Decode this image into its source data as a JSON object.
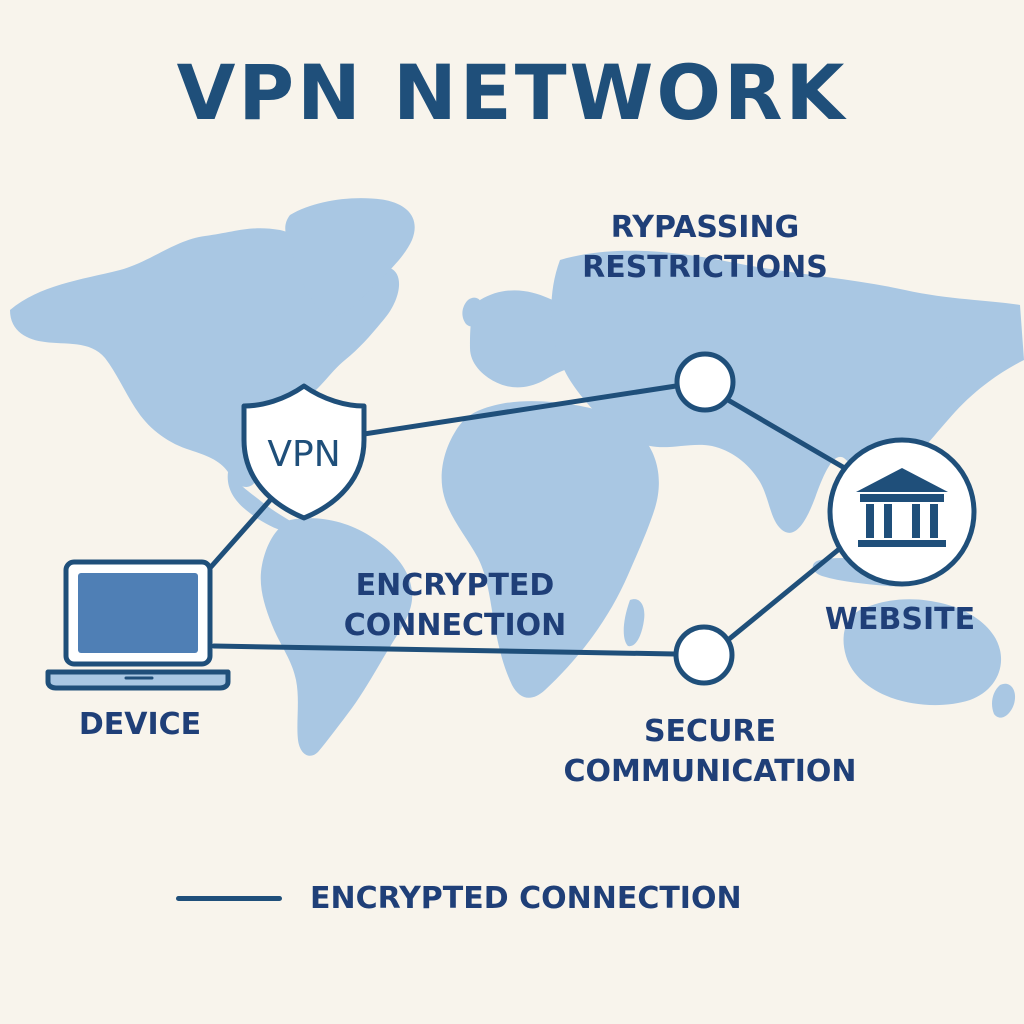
{
  "title": "VPN NETWORK",
  "shield_text": "VPN",
  "nodes": {
    "device": "DEVICE",
    "website": "WEBSITE"
  },
  "labels": {
    "bypass": [
      "RYPASSING",
      "RESTRICTIONS"
    ],
    "encrypted": [
      "ENCRYPTED",
      "CONNECTION"
    ],
    "secure": [
      "SECURE",
      "COMMUNICATION"
    ]
  },
  "legend": {
    "text": "ENCRYPTED CONNECTION"
  },
  "icons": {
    "device": "laptop-icon",
    "vpn": "shield-icon",
    "website": "bank-building-icon",
    "relay": "circle-node-icon"
  },
  "colors": {
    "background": "#f8f4ec",
    "map": "#a9c7e3",
    "primary": "#1f4f7a",
    "label": "#1f3f78",
    "laptop_screen": "#4f7fb5"
  }
}
